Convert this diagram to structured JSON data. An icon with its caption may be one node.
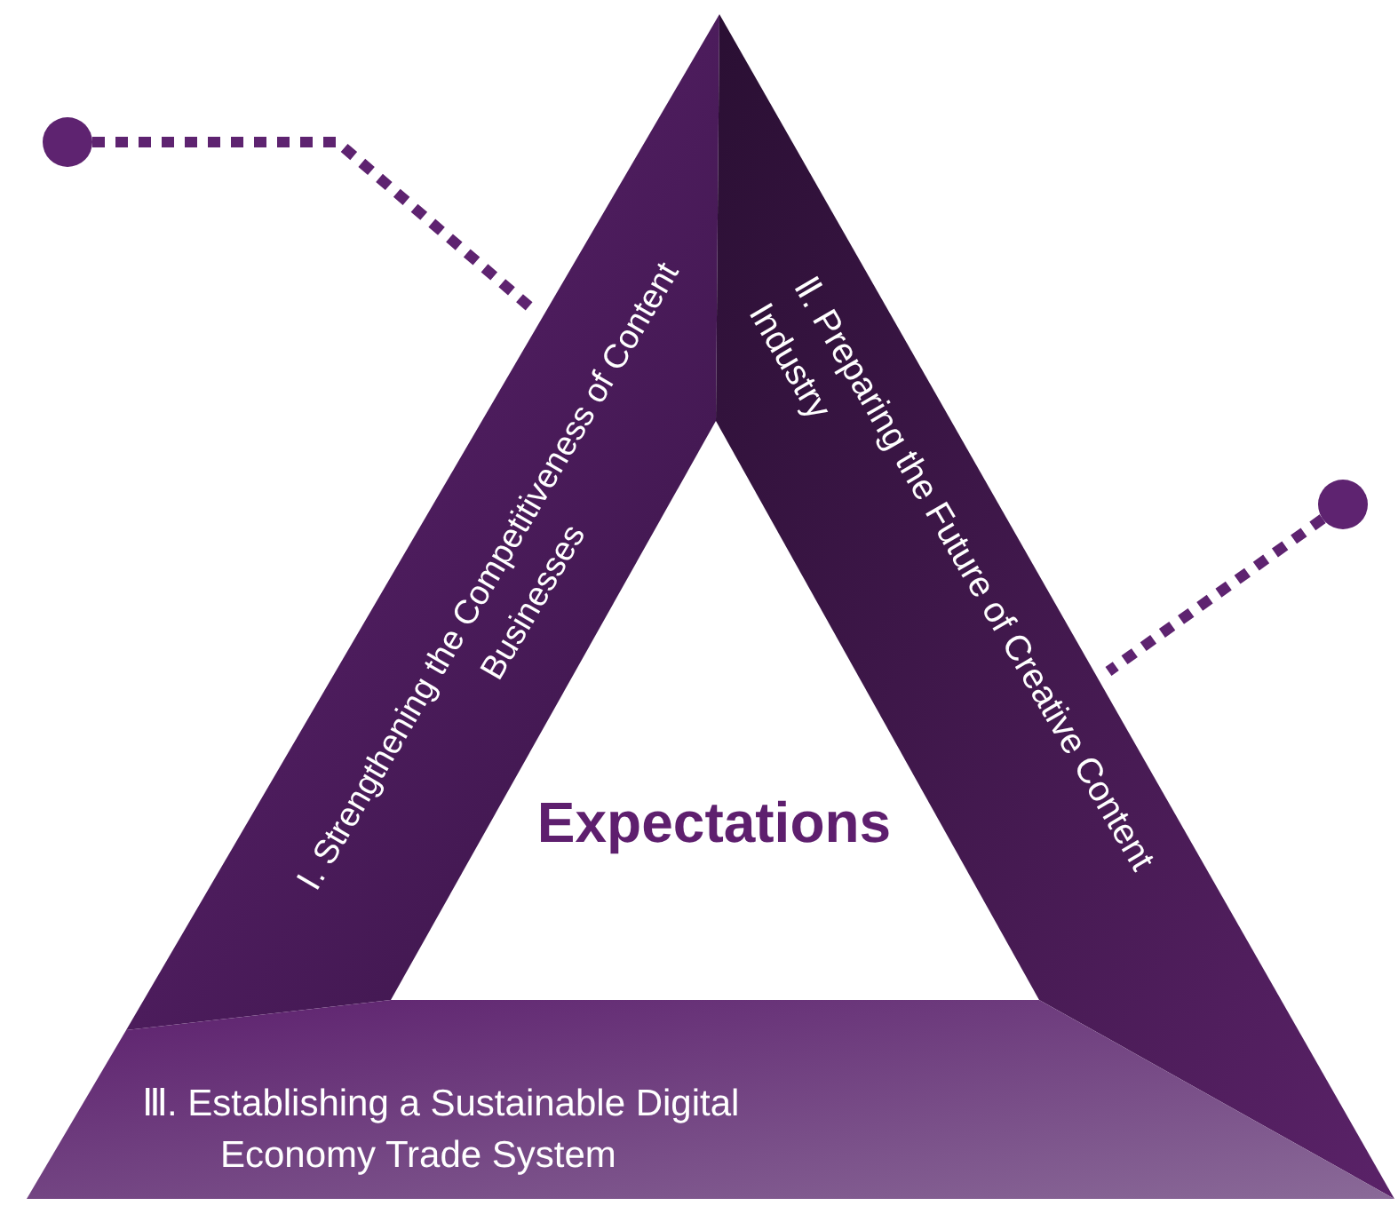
{
  "diagram": {
    "nodes": [
      {
        "text": [
          "Ⅰ. Strengthening the Competitiveness of Content Businesses"
        ]
      },
      {
        "text": [
          "Ⅱ. Preparing the Future of Creative Content Industry"
        ]
      },
      {
        "text": [
          "Ⅲ. Establishing a Sustainable Digital Economy Trade System"
        ]
      },
      {
        "text": [
          "Expectations"
        ]
      },
      {
        "text": [],
        "shape": "circle"
      },
      {
        "text": [],
        "shape": "circle"
      }
    ],
    "edges": [
      {
        "from": 4,
        "to": 0,
        "arrow": "none",
        "style": "dashed"
      },
      {
        "from": 5,
        "to": 1,
        "arrow": "none",
        "style": "dashed"
      }
    ]
  }
}
